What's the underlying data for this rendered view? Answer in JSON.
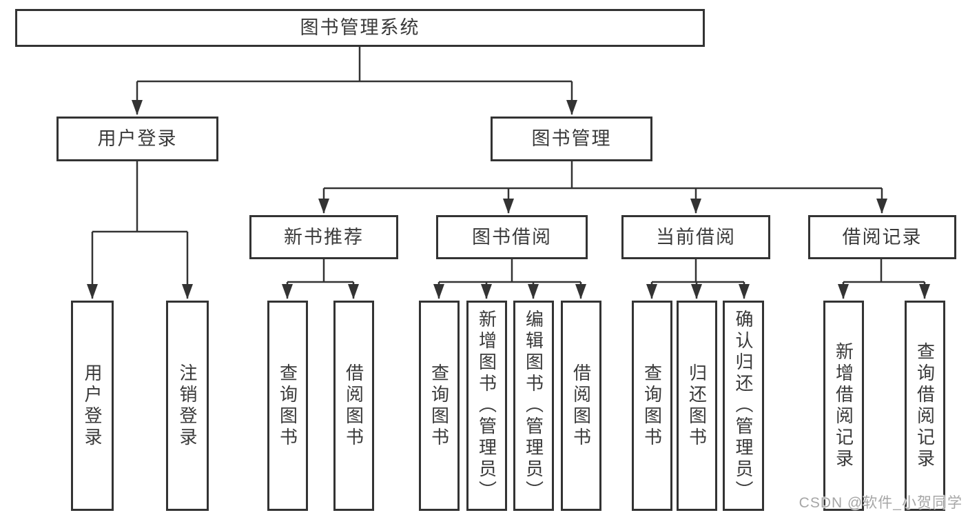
{
  "diagram": {
    "root": {
      "label": "图书管理系统"
    },
    "user_login": {
      "label": "用户登录",
      "children": [
        {
          "label": "用户登录"
        },
        {
          "label": "注销登录"
        }
      ]
    },
    "book_mgmt": {
      "label": "图书管理",
      "groups": [
        {
          "label": "新书推荐",
          "children": [
            {
              "label": "查询图书"
            },
            {
              "label": "借阅图书"
            }
          ]
        },
        {
          "label": "图书借阅",
          "children": [
            {
              "label": "查询图书"
            },
            {
              "label": "新增图书（管理员）"
            },
            {
              "label": "编辑图书（管理员）"
            },
            {
              "label": "借阅图书"
            }
          ]
        },
        {
          "label": "当前借阅",
          "children": [
            {
              "label": "查询图书"
            },
            {
              "label": "归还图书"
            },
            {
              "label": "确认归还（管理员）"
            }
          ]
        },
        {
          "label": "借阅记录",
          "children": [
            {
              "label": "新增借阅记录"
            },
            {
              "label": "查询借阅记录"
            }
          ]
        }
      ]
    }
  },
  "watermark": {
    "text": "CSDN @软件_小贺同学"
  },
  "colors": {
    "line": "#333333",
    "box_border": "#333333",
    "text": "#3a3a3a",
    "background": "#ffffff",
    "watermark": "#a6a6a6"
  }
}
